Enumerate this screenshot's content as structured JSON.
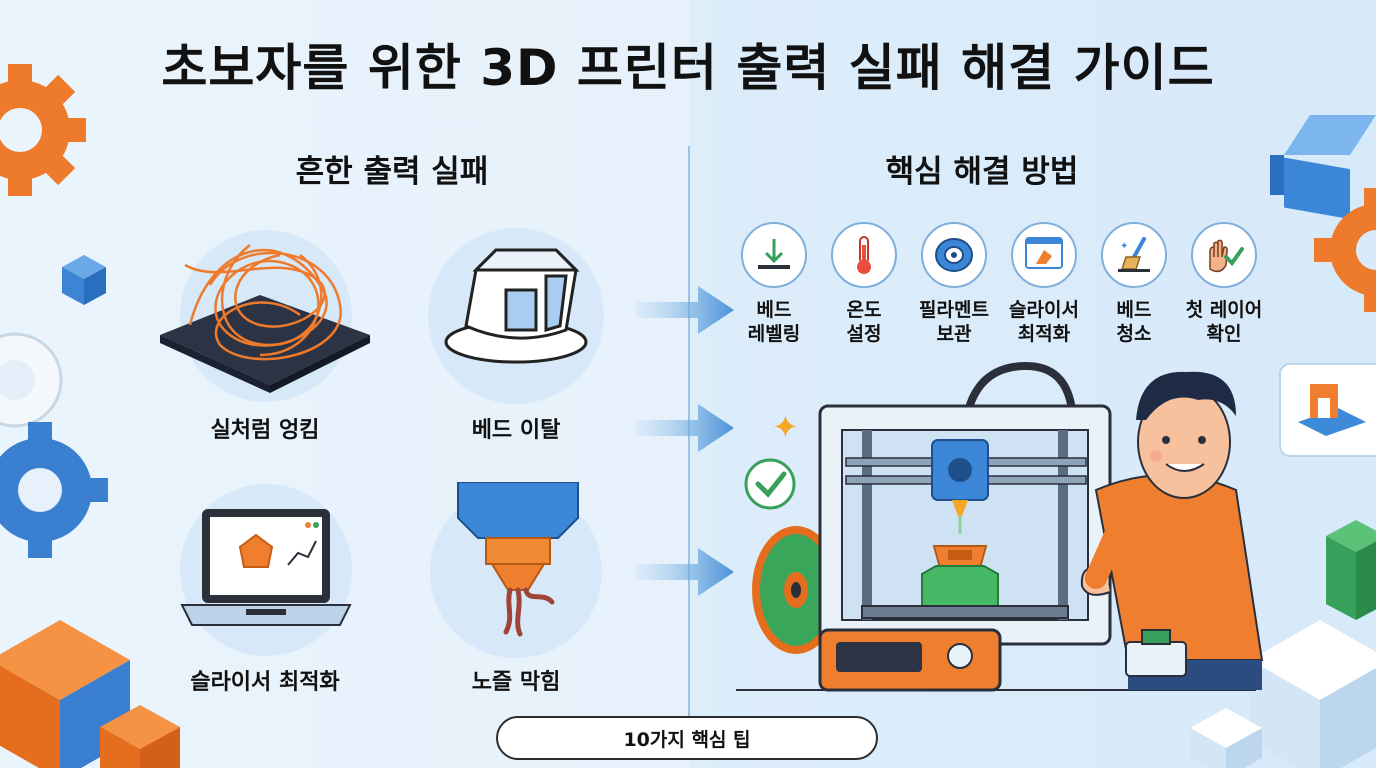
{
  "title": "초보자를 위한 3D 프린터 출력 실패 해결 가이드",
  "left_section": {
    "heading": "흔한 출력 실패",
    "items": [
      {
        "label": "실처럼 엉킴",
        "icon": "tangled-filament-icon"
      },
      {
        "label": "베드 이탈",
        "icon": "bed-detach-icon"
      },
      {
        "label": "슬라이서 최적화",
        "icon": "slicer-laptop-icon"
      },
      {
        "label": "노즐 막힘",
        "icon": "nozzle-clog-icon"
      }
    ]
  },
  "right_section": {
    "heading": "핵심 해결 방법",
    "solutions": [
      {
        "line1": "베드",
        "line2": "레벨링",
        "icon": "bed-leveling-icon"
      },
      {
        "line1": "온도",
        "line2": "설정",
        "icon": "thermometer-icon"
      },
      {
        "line1": "필라멘트",
        "line2": "보관",
        "icon": "filament-spool-icon"
      },
      {
        "line1": "슬라이서",
        "line2": "최적화",
        "icon": "slicer-window-icon"
      },
      {
        "line1": "베드",
        "line2": "청소",
        "icon": "cleaning-brush-icon"
      },
      {
        "line1": "첫 레이어",
        "line2": "확인",
        "icon": "hand-check-icon"
      }
    ]
  },
  "footer": {
    "pill_label": "10가지 핵심 팁"
  },
  "colors": {
    "accent_orange": "#f07a2a",
    "accent_blue": "#3b86d6",
    "accent_green": "#3aa65a",
    "background": "#e6f1fb"
  }
}
